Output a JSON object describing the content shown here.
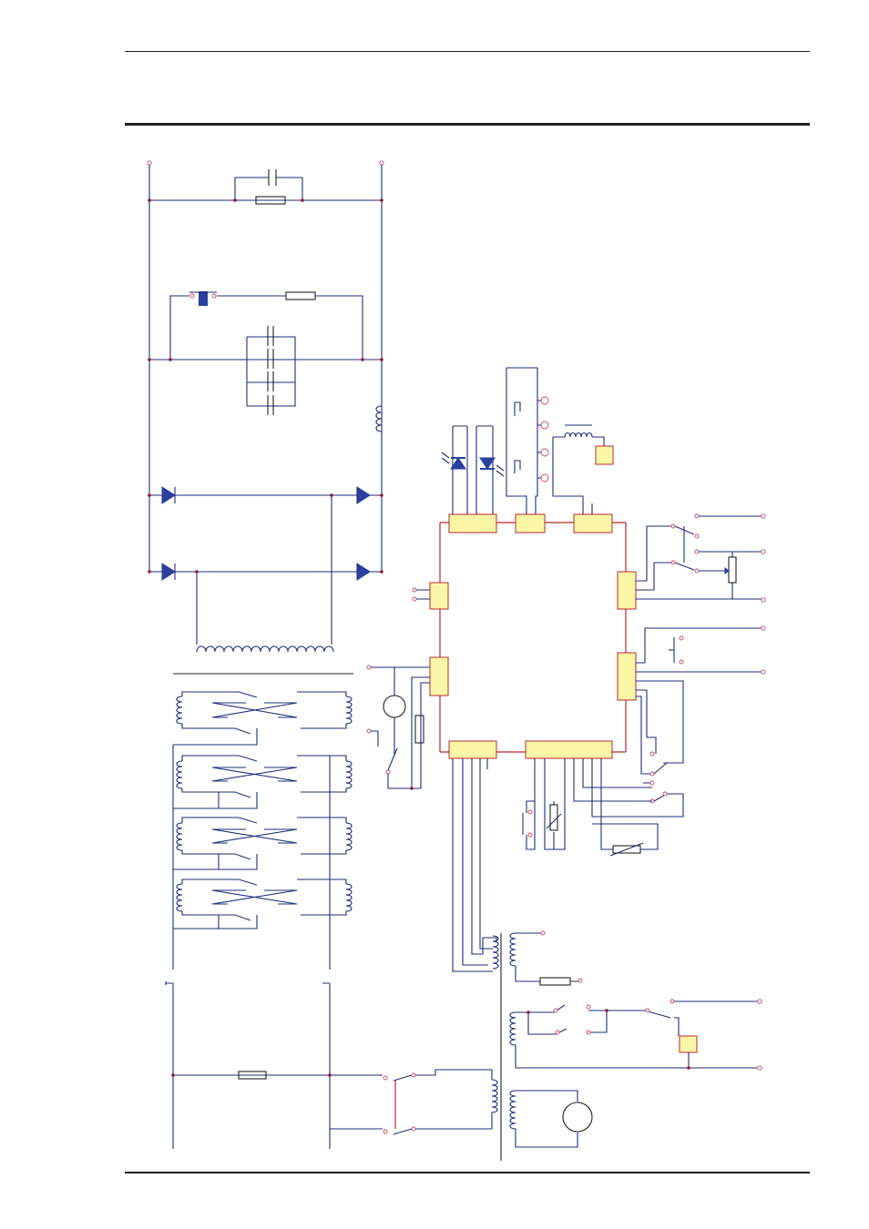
{
  "page": {
    "background": "#ffffff",
    "colors": {
      "wire": "#1f2d7a",
      "bus": "#b8282e",
      "component_fill": "#fbf7a6",
      "diode": "#2a3f9e",
      "terminal": "#c04a6a"
    }
  },
  "diagram": {
    "type": "electrical-schematic",
    "sections": [
      "power-supply-rectifier",
      "transformer-switch-bank",
      "control-module",
      "output-transformers"
    ],
    "control_module_connectors": 9,
    "rectifier_diodes": 4,
    "led_indicators": 2,
    "motor_symbols": 2,
    "output_terminals_right": 6
  }
}
